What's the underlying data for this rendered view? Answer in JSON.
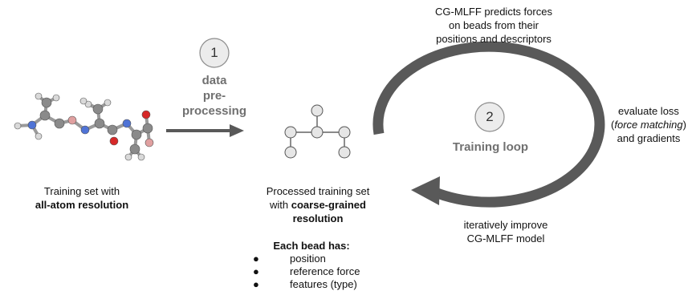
{
  "step1": {
    "number": "1",
    "label_lines": [
      "data",
      "pre-",
      "processing"
    ]
  },
  "step2": {
    "number": "2",
    "label": "Training loop"
  },
  "left_caption": {
    "line1": "Training set with",
    "line2_bold": "all-atom resolution"
  },
  "middle_caption": {
    "line1": "Processed training set",
    "line2_prefix": "with ",
    "line2_bold": "coarse-grained",
    "line3_bold": "resolution"
  },
  "bead_info": {
    "title": "Each bead has:",
    "bullet": "●",
    "items": [
      "position",
      "reference force",
      "features (type)"
    ]
  },
  "top_text": [
    "CG-MLFF predicts forces",
    "on beads from their",
    "positions and descriptors"
  ],
  "right_text": {
    "line1": "evaluate loss",
    "line2_italic": "force matching",
    "line2_open": "(",
    "line2_close": ")",
    "line3": "and gradients"
  },
  "bottom_text": [
    "iteratively improve",
    "CG-MLFF model"
  ],
  "colors": {
    "arrow": "#595959",
    "loop": "#595959",
    "circle_fill": "#ececec",
    "label_gray": "#707070"
  }
}
